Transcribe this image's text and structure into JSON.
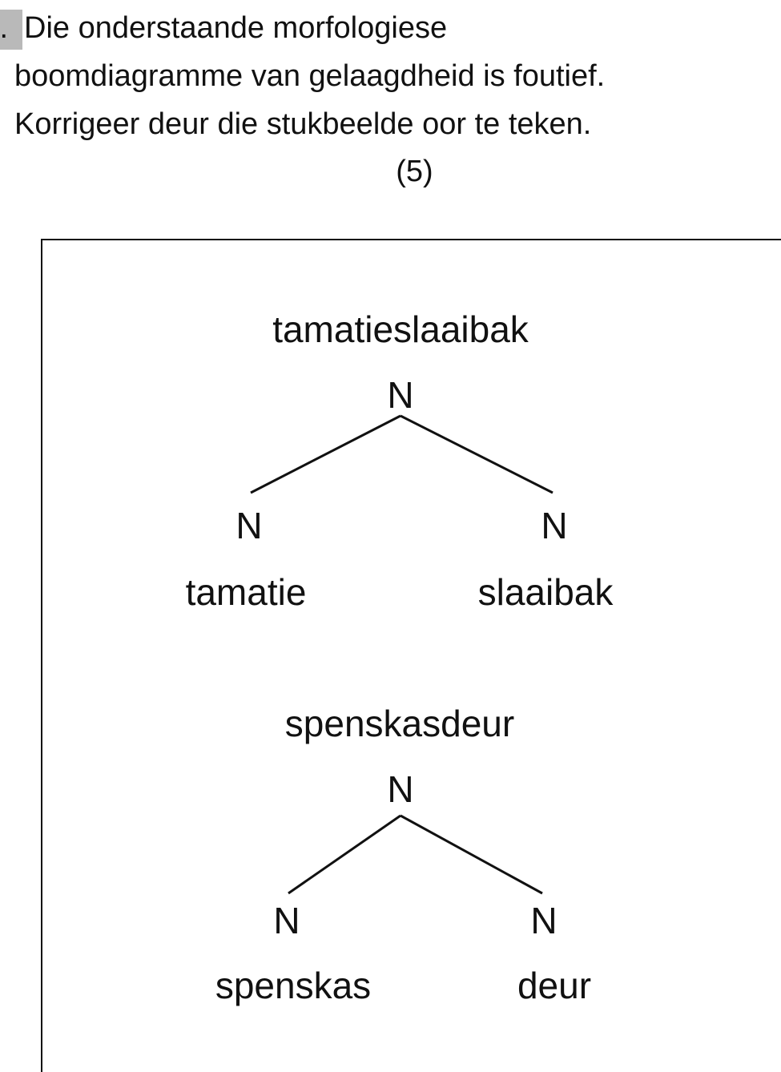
{
  "question": {
    "number_visible": ".",
    "lines": [
      "Die onderstaande morfologiese",
      "boomdiagramme van gelaagdheid is foutief.",
      "Korrigeer deur die stukbeelde oor te teken."
    ],
    "marks": "(5)"
  },
  "trees": [
    {
      "word": "tamatieslaaibak",
      "root_label": "N",
      "left_label": "N",
      "right_label": "N",
      "left_word": "tamatie",
      "right_word": "slaaibak"
    },
    {
      "word": "spenskasdeur",
      "root_label": "N",
      "left_label": "N",
      "right_label": "N",
      "left_word": "spenskas",
      "right_word": "deur"
    }
  ]
}
